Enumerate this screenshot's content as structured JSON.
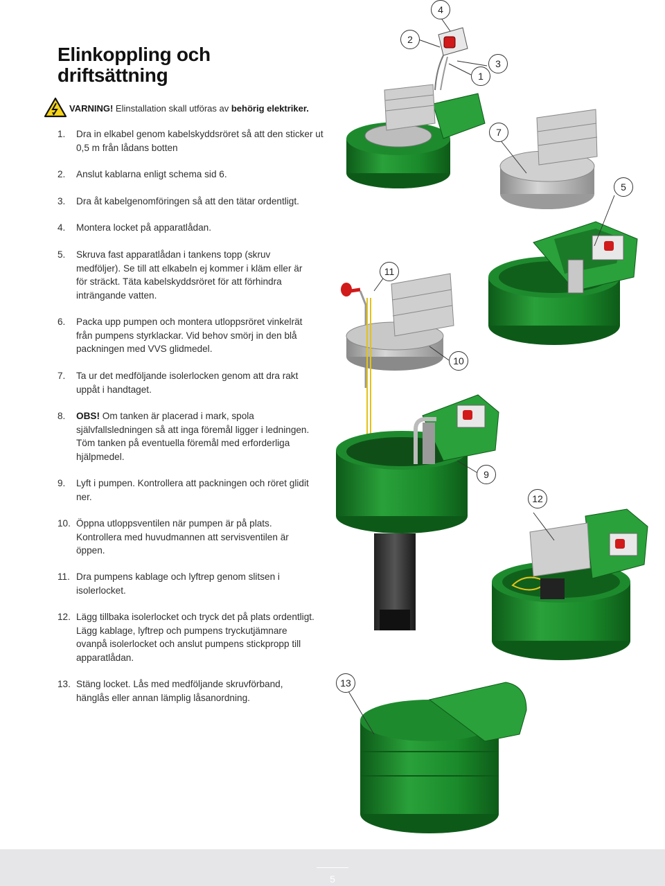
{
  "title": {
    "line1": "Elinkoppling och",
    "line2": "driftsättning"
  },
  "warning": {
    "label": "VARNING!",
    "text": " Elinstallation skall utföras av ",
    "emphasis": "behörig elektriker."
  },
  "steps": [
    {
      "num": "1.",
      "text": "Dra in elkabel genom kabelskyddsröret så att den sticker ut 0,5 m från lådans botten"
    },
    {
      "num": "2.",
      "text": "Anslut kablarna enligt schema sid 6."
    },
    {
      "num": "3.",
      "text": "Dra åt kabelgenomföringen så att den tätar ordentligt."
    },
    {
      "num": "4.",
      "text": "Montera locket på apparatlådan."
    },
    {
      "num": "5.",
      "text": "Skruva fast apparatlådan i tankens topp (skruv medföljer). Se till att elkabeln ej kommer i kläm eller är för sträckt. Täta kabelskyddsröret för att förhindra inträngande vatten."
    },
    {
      "num": "6.",
      "text": "Packa upp pumpen och montera utloppsröret vinkelrät från pumpens styrklackar. Vid behov smörj in den blå packningen med VVS glidmedel."
    },
    {
      "num": "7.",
      "text": "Ta ur det medföljande isolerlocken genom att dra rakt uppåt i handtaget."
    },
    {
      "num": "8.",
      "bold": "OBS!",
      "text": " Om tanken är placerad i mark, spola självfallsledningen så att inga föremål ligger i ledningen. Töm tanken på eventuella föremål med erforderliga hjälpmedel."
    },
    {
      "num": "9.",
      "text": "Lyft i pumpen. Kontrollera att packningen och röret glidit ner."
    },
    {
      "num": "10.",
      "text": "Öppna utloppsventilen när pumpen är på plats. Kontrollera med huvudmannen att servisventilen är öppen."
    },
    {
      "num": "11.",
      "text": "Dra pumpens kablage och lyftrep genom slitsen i isolerlocket."
    },
    {
      "num": "12.",
      "text": "Lägg tillbaka isolerlocket och tryck det på plats ordentligt. Lägg kablage, lyftrep och pumpens tryckutjämnare ovanpå isolerlocket och anslut pumpens stickpropp till apparatlådan."
    },
    {
      "num": "13.",
      "text": "Stäng locket. Lås med medföljande skruvförband, hänglås eller annan lämplig låsanordning."
    }
  ],
  "callouts": [
    "4",
    "2",
    "3",
    "1",
    "7",
    "5",
    "11",
    "10",
    "9",
    "12",
    "13"
  ],
  "colors": {
    "tank_green": "#1e8a2e",
    "tank_dark": "#0f5a1a",
    "insulation_grey": "#bdbdbd",
    "plug_red": "#d11a1a",
    "footer_bg": "#e6e6e8"
  },
  "footer": {
    "page_number": "5"
  }
}
